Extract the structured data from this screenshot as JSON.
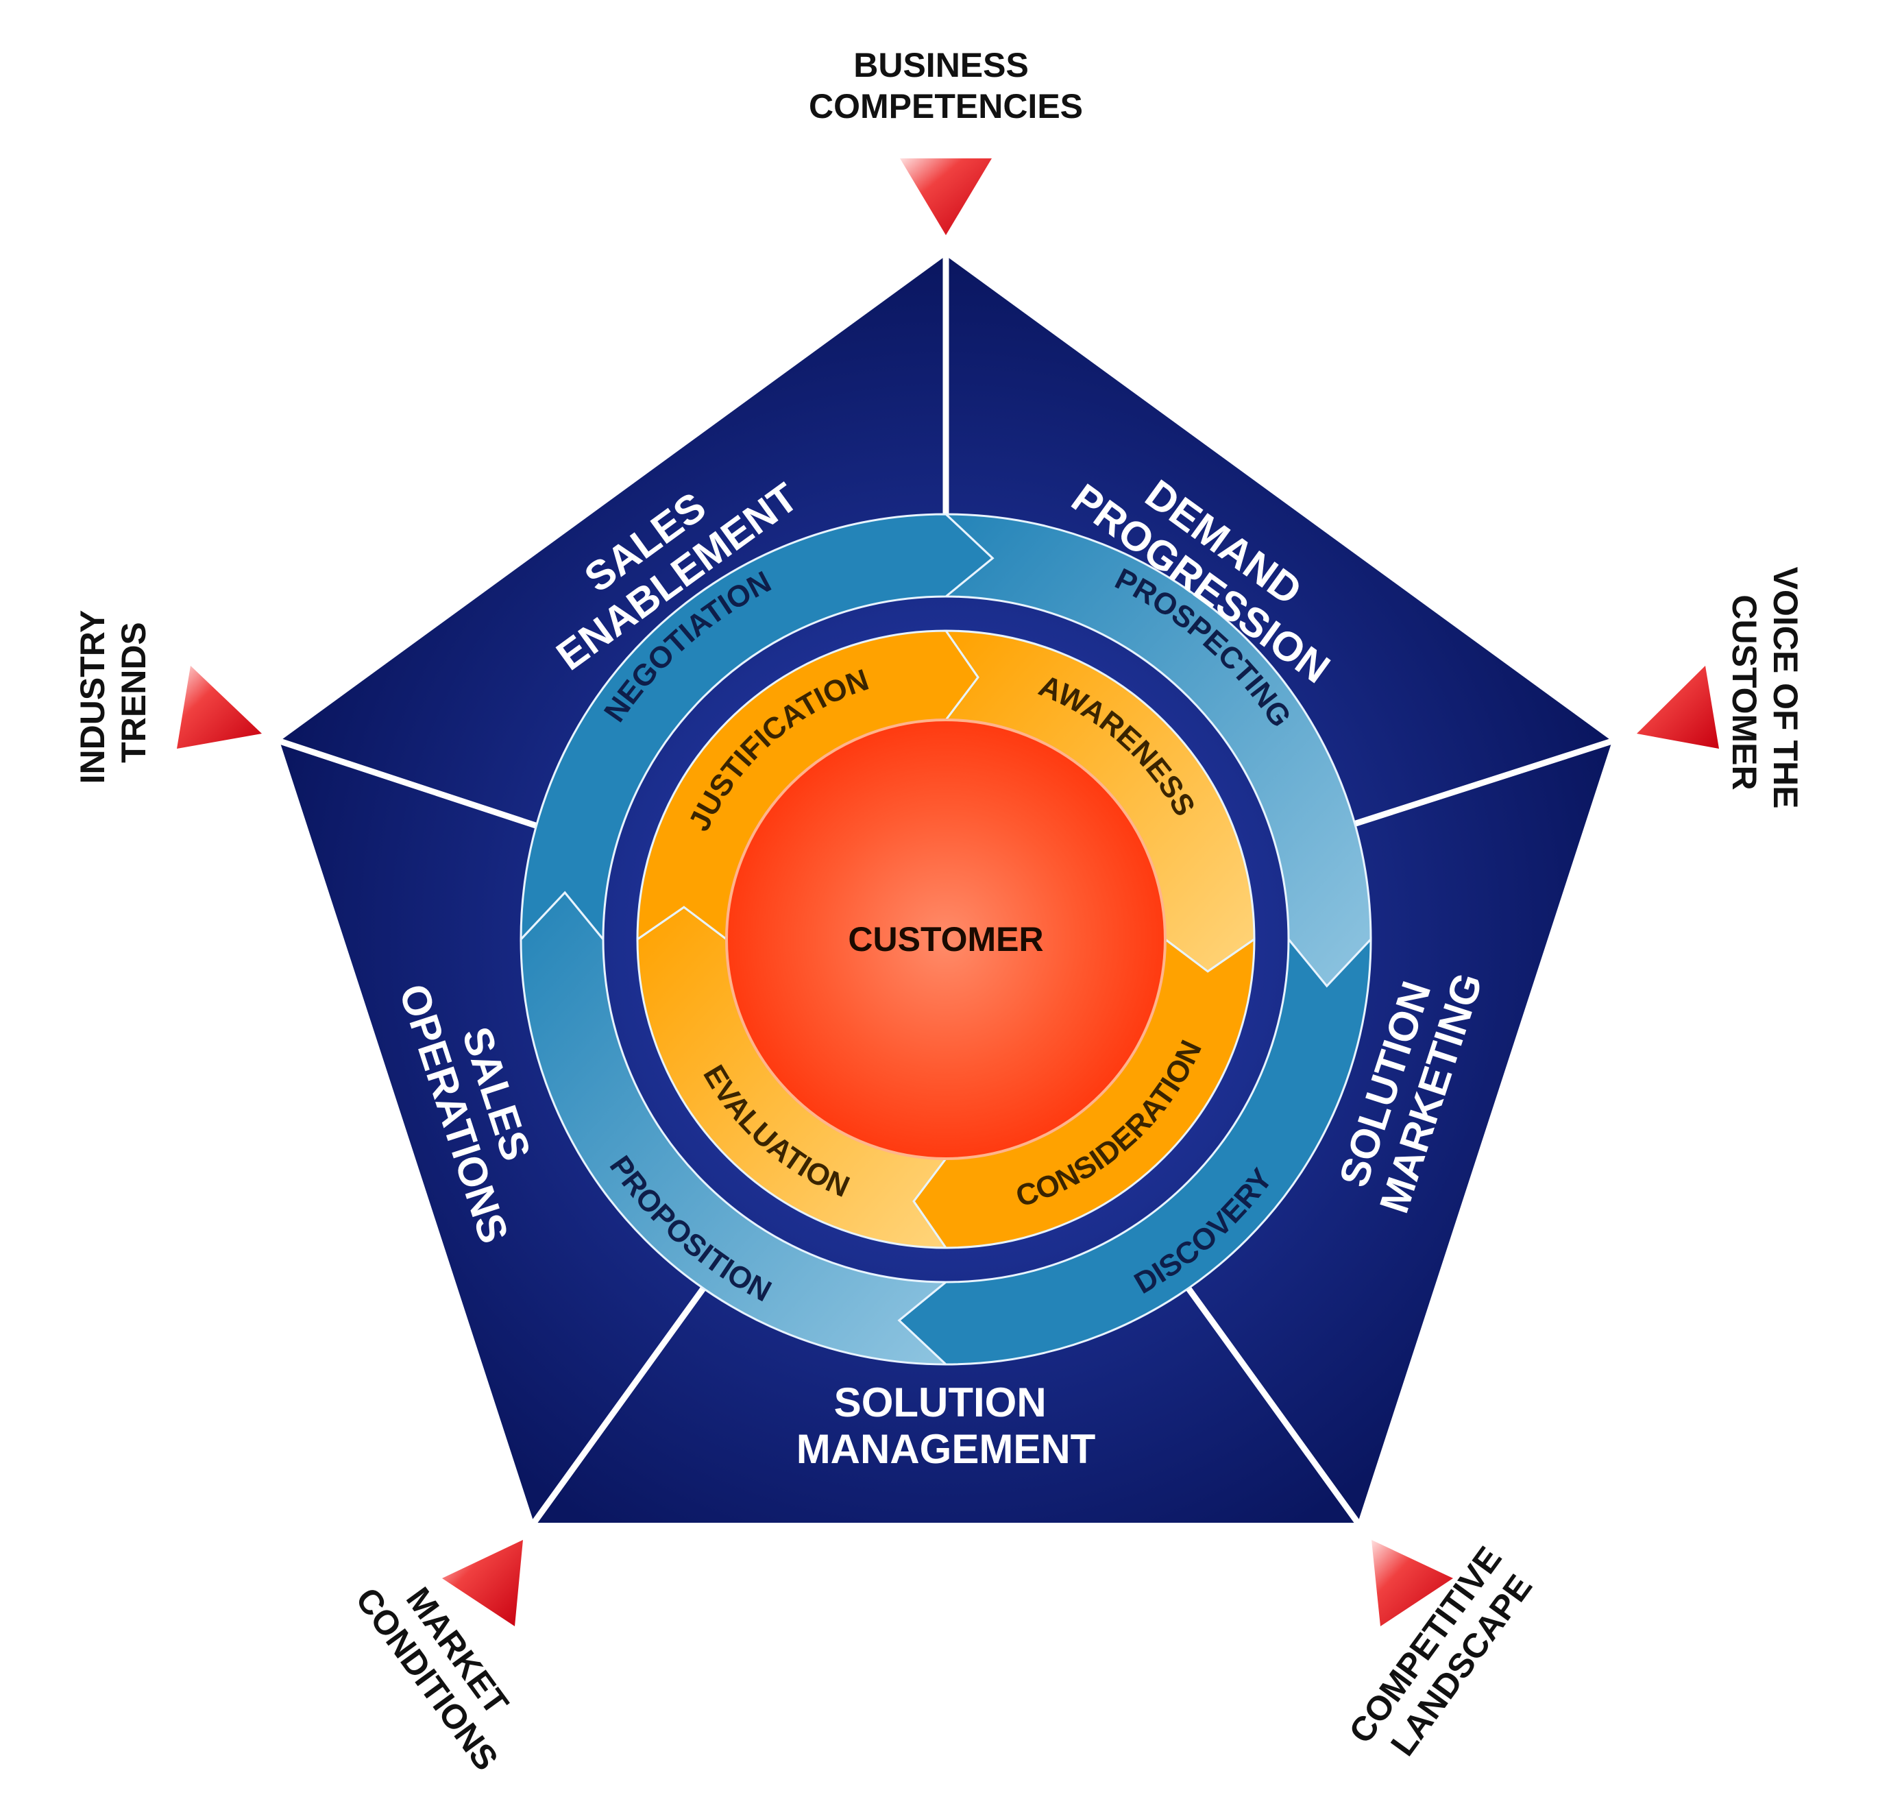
{
  "outer_factors": [
    "BUSINESS COMPETENCIES",
    "VOICE OF THE CUSTOMER",
    "COMPETITIVE LANDSCAPE",
    "MARKET CONDITIONS",
    "INDUSTRY TRENDS"
  ],
  "outer_factors_lines": [
    [
      "BUSINESS",
      "COMPETENCIES"
    ],
    [
      "VOICE OF THE",
      "CUSTOMER"
    ],
    [
      "COMPETITIVE",
      "LANDSCAPE"
    ],
    [
      "MARKET",
      "CONDITIONS"
    ],
    [
      "INDUSTRY",
      "TRENDS"
    ]
  ],
  "sectors": [
    [
      "DEMAND",
      "PROGRESSION"
    ],
    [
      "SOLUTION",
      "MARKETING"
    ],
    [
      "SOLUTION",
      "MANAGEMENT"
    ],
    [
      "SALES",
      "OPERATIONS"
    ],
    [
      "SALES",
      "ENABLEMENT"
    ]
  ],
  "blue_ring": [
    "PROSPECTING",
    "DISCOVERY",
    "PROPOSITION",
    "NEGOTIATION"
  ],
  "orange_ring": [
    "AWARENESS",
    "CONSIDERATION",
    "EVALUATION",
    "JUSTIFICATION"
  ],
  "center": "CUSTOMER",
  "colors": {
    "pentagon_dark": "#0a1660",
    "pentagon_light": "#2a46a8",
    "blue_ring": "#2484b8",
    "blue_ring_light": "#7ab8da",
    "orange_ring": "#ffa200",
    "orange_ring_light": "#ffcc66",
    "core_center": "#ff7a5a",
    "core_edge": "#ff3a14",
    "triangle": "#e01020"
  }
}
